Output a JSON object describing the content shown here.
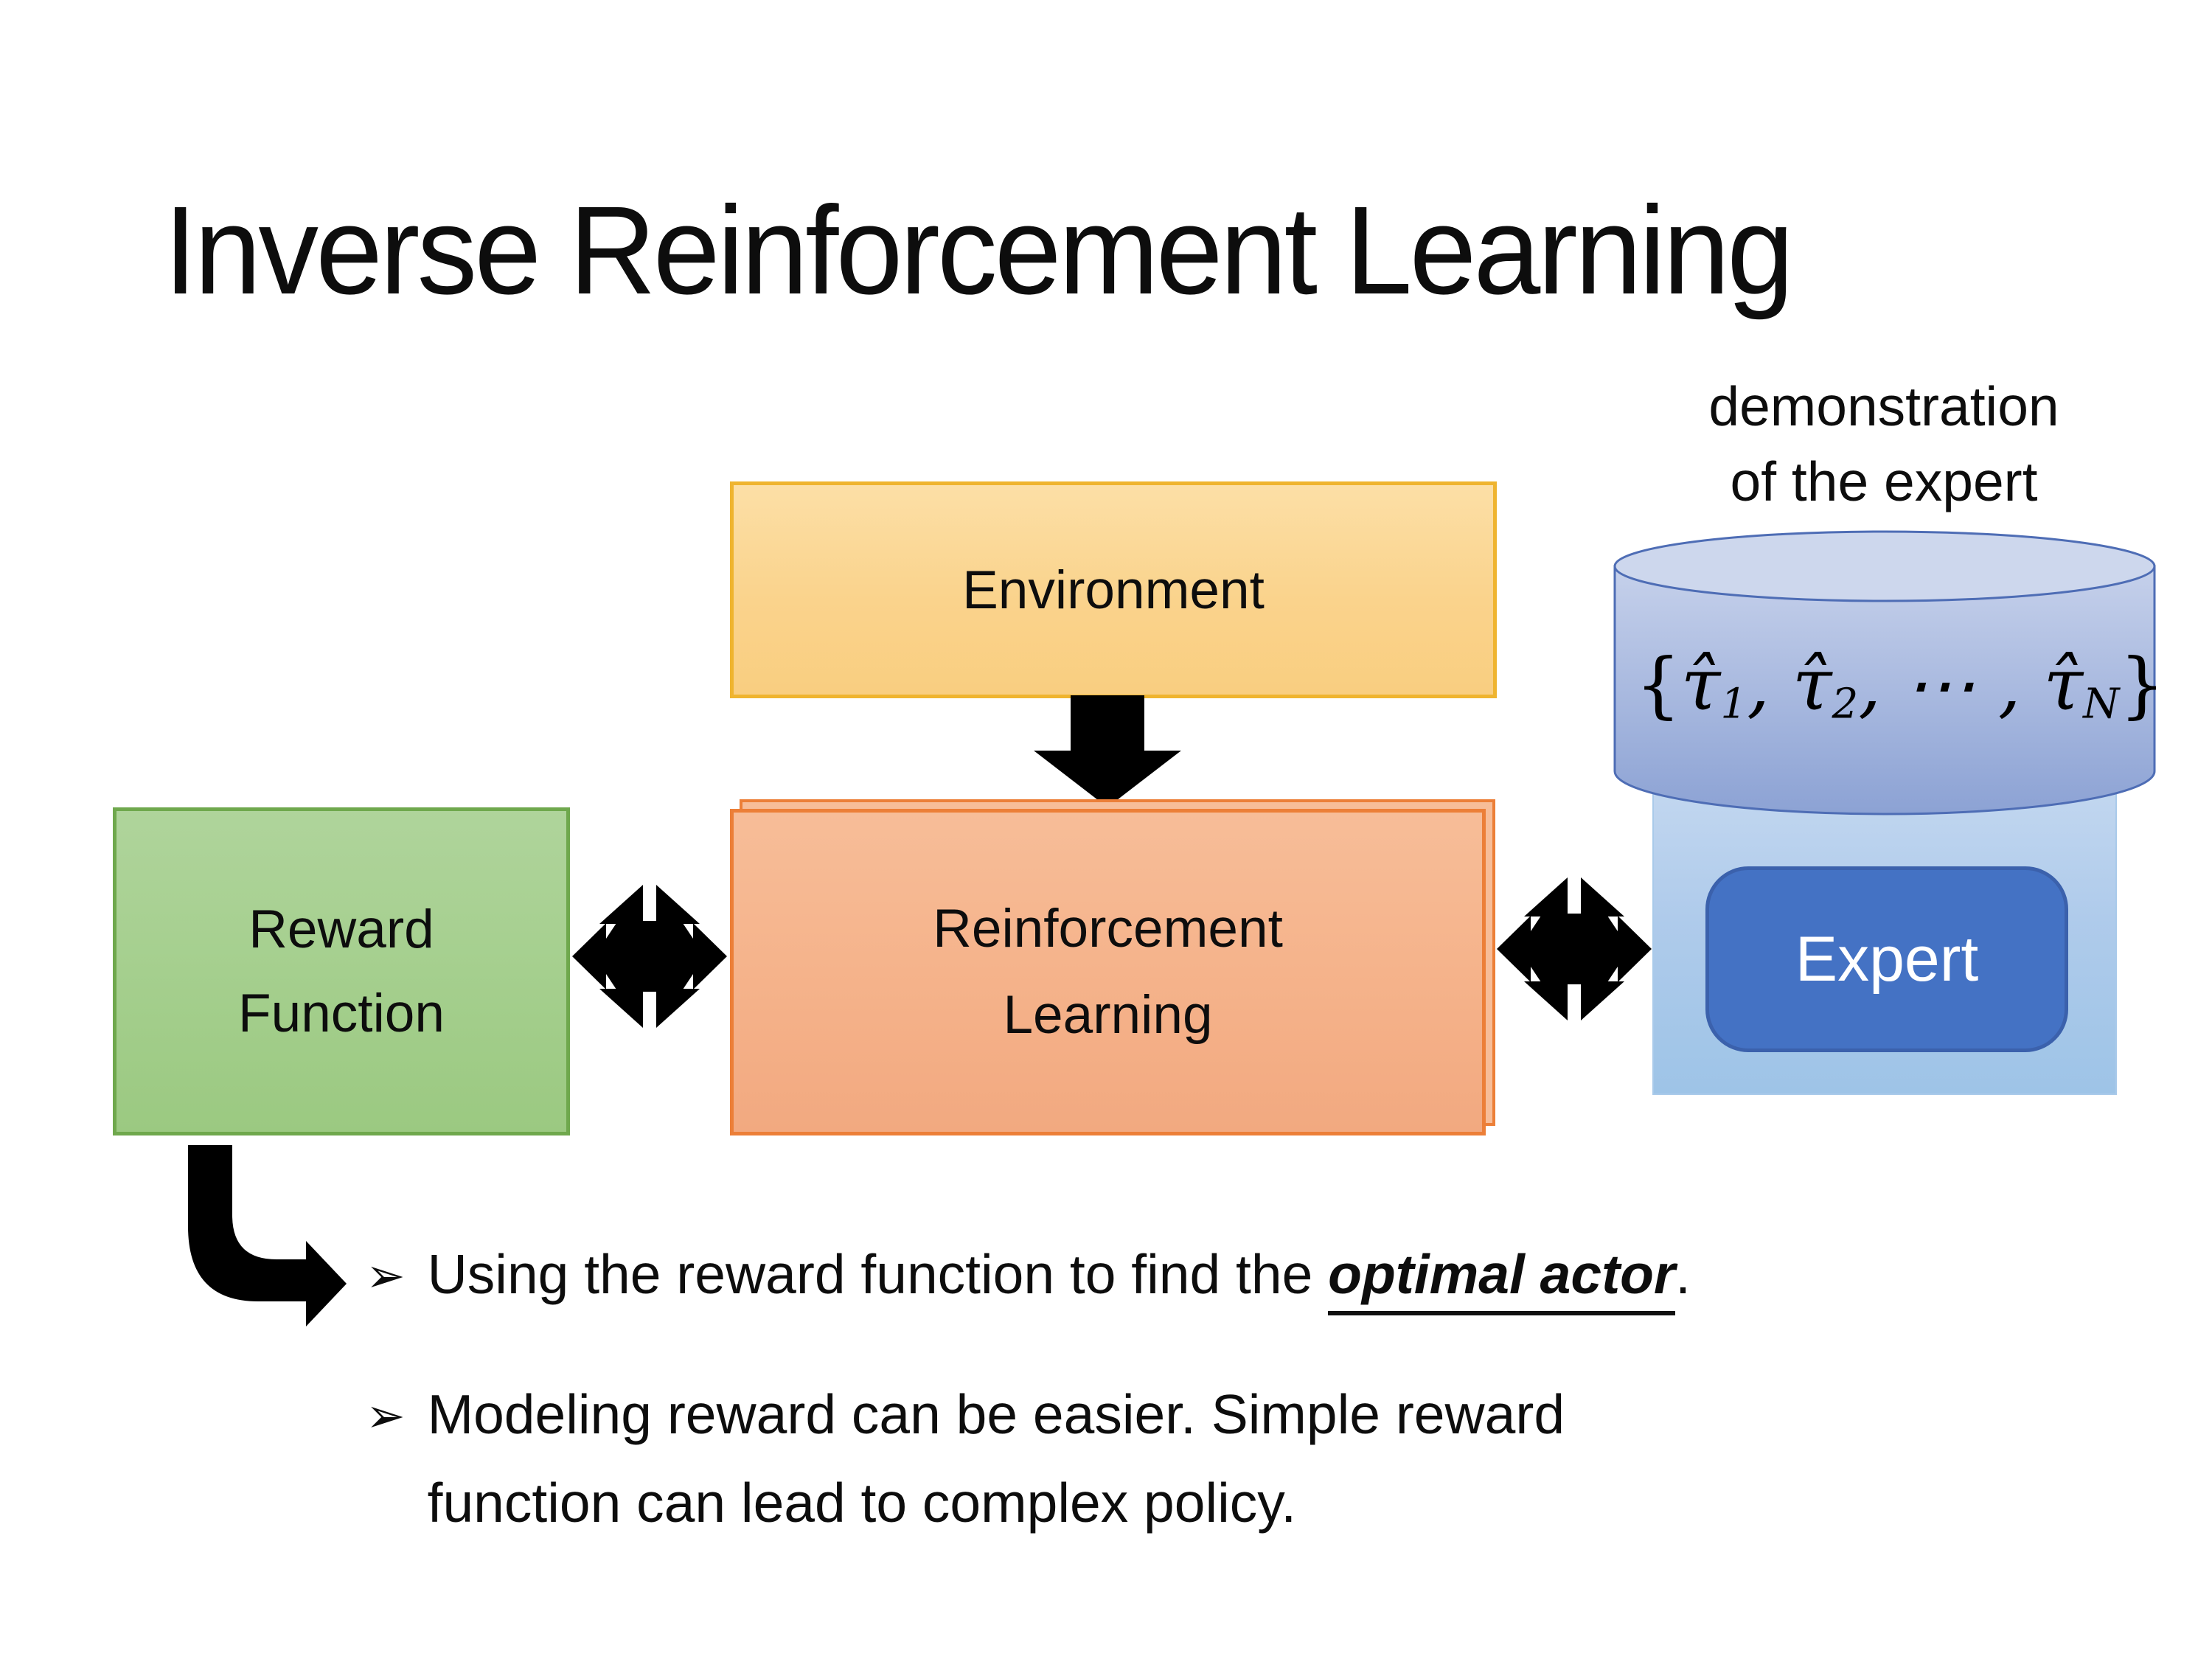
{
  "slide": {
    "title": "Inverse Reinforcement Learning",
    "annotation": {
      "line1": "demonstration",
      "line2": "of the expert"
    },
    "boxes": {
      "environment": {
        "label": "Environment",
        "fill_top": "#FCDFA6",
        "fill_bottom": "#F9CE80",
        "border": "#EFB42F"
      },
      "reward": {
        "line1": "Reward",
        "line2": "Function",
        "fill_top": "#AFD49B",
        "fill_bottom": "#9BC981",
        "border": "#6FA84D"
      },
      "reinforcement_learning": {
        "line1": "Reinforcement",
        "line2": "Learning",
        "fill_top": "#F7BD98",
        "fill_bottom": "#F2A980",
        "border": "#EC7F38"
      },
      "expert": {
        "label": "Expert",
        "fill": "#4472C4",
        "border": "#3B61AC",
        "text_color": "#FFFFFF"
      },
      "expert_panel": {
        "fill_top": "#C4D8F0",
        "fill_bottom": "#9EC4E7"
      },
      "cylinder": {
        "fill_top": "#CDD7ED",
        "fill_bottom": "#8CA2D4",
        "stroke": "#4E6DB5"
      }
    },
    "formula": {
      "segments": [
        {
          "t": "{",
          "brace": true
        },
        {
          "t": "τ̂"
        },
        {
          "s": "1"
        },
        {
          "t": ", "
        },
        {
          "t": "τ̂"
        },
        {
          "s": "2"
        },
        {
          "t": ", ⋯ , "
        },
        {
          "t": "τ̂"
        },
        {
          "s": "N"
        },
        {
          "t": "}",
          "brace": true
        }
      ],
      "plain_text": "{τ̂1, τ̂2, ⋯ , τ̂N}"
    },
    "bullets": [
      {
        "marker": "➢",
        "pre": "Using the reward function to find the ",
        "emphasis": "optimal actor",
        "post": "."
      },
      {
        "marker": "➢",
        "line1": "Modeling reward can be easier. Simple reward",
        "line2": "function can lead to complex policy."
      }
    ],
    "arrows": {
      "color": "#000000"
    }
  }
}
